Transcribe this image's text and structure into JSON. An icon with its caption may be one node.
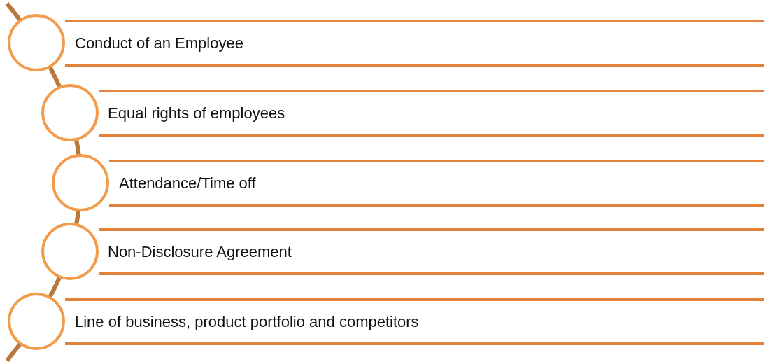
{
  "diagram": {
    "nodes": [
      {
        "text": [
          "Conduct of an Employee"
        ]
      },
      {
        "text": [
          "Equal rights of employees"
        ]
      },
      {
        "text": [
          "Attendance/Time off"
        ]
      },
      {
        "text": [
          "Non-Disclosure Agreement"
        ]
      },
      {
        "text": [
          "Line of business, product portfolio and competitors"
        ]
      },
      {
        "text": [],
        "shape": "circle"
      },
      {
        "text": [],
        "shape": "circle"
      },
      {
        "text": [],
        "shape": "circle"
      },
      {
        "text": [],
        "shape": "circle"
      },
      {
        "text": [],
        "shape": "circle"
      }
    ]
  }
}
